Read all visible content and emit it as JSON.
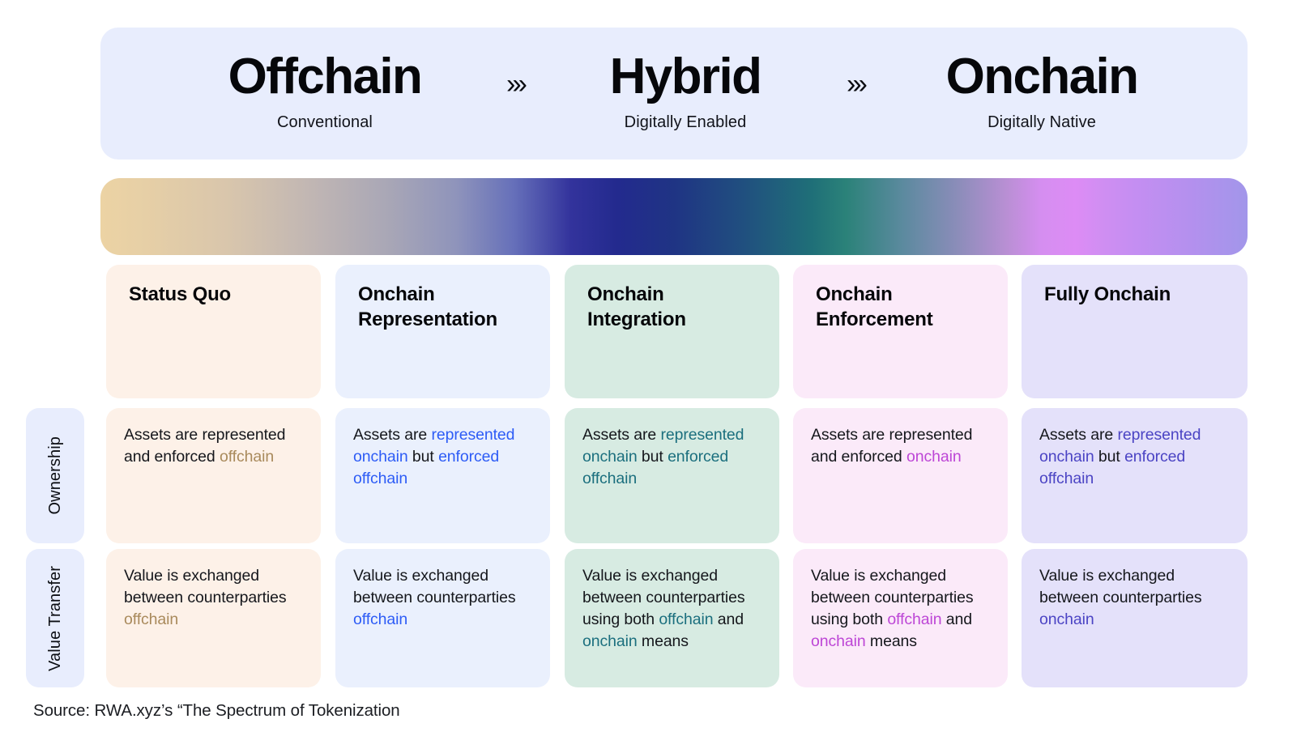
{
  "header": {
    "stages": [
      {
        "title": "Offchain",
        "subtitle": "Conventional"
      },
      {
        "title": "Hybrid",
        "subtitle": "Digitally Enabled"
      },
      {
        "title": "Onchain",
        "subtitle": "Digitally Native"
      }
    ],
    "separator_glyph": "›››",
    "separator_name": "chevron-right-triple-icon",
    "banner_bg": "#e8edfd"
  },
  "spectrum": {
    "name": "gradient-spectrum-bar",
    "stops": [
      "#ecd3a4",
      "#c2b7b3",
      "#8f94bb",
      "#33339c",
      "#1f3484",
      "#1f6f78",
      "#8e8dbb",
      "#dd8cf5",
      "#b490ee",
      "#a296ea"
    ]
  },
  "row_labels": [
    {
      "label": "Ownership"
    },
    {
      "label": "Value Transfer"
    }
  ],
  "columns": [
    {
      "id": "status-quo",
      "title": "Status Quo",
      "header_bg": "#fdf1e8",
      "cell_bg": "#fdf1e8",
      "accent": "#a98a5c",
      "ownership": [
        {
          "t": "Assets are represented and enforced ",
          "hl": false
        },
        {
          "t": "offchain",
          "hl": true
        }
      ],
      "value_transfer": [
        {
          "t": "Value is exchanged between counterparties ",
          "hl": false
        },
        {
          "t": "offchain",
          "hl": true
        }
      ]
    },
    {
      "id": "onchain-representation",
      "title": "Onchain Representation",
      "header_bg": "#eaf0fd",
      "cell_bg": "#eaf0fd",
      "accent": "#2d5cf6",
      "ownership": [
        {
          "t": "Assets are ",
          "hl": false
        },
        {
          "t": "represented onchain",
          "hl": true
        },
        {
          "t": " but ",
          "hl": false
        },
        {
          "t": "enforced offchain",
          "hl": true
        }
      ],
      "value_transfer": [
        {
          "t": "Value is exchanged between counterparties ",
          "hl": false
        },
        {
          "t": "offchain",
          "hl": true
        }
      ]
    },
    {
      "id": "onchain-integration",
      "title": "Onchain Integration",
      "header_bg": "#d7ebe2",
      "cell_bg": "#d7ebe2",
      "accent": "#1b6f7e",
      "ownership": [
        {
          "t": "Assets are ",
          "hl": false
        },
        {
          "t": "represented onchain",
          "hl": true
        },
        {
          "t": " but ",
          "hl": false
        },
        {
          "t": "enforced offchain",
          "hl": true
        }
      ],
      "value_transfer": [
        {
          "t": "Value is exchanged between counterparties using both ",
          "hl": false
        },
        {
          "t": "offchain",
          "hl": true
        },
        {
          "t": " and ",
          "hl": false
        },
        {
          "t": "onchain",
          "hl": true
        },
        {
          "t": " means",
          "hl": false
        }
      ]
    },
    {
      "id": "onchain-enforcement",
      "title": "Onchain Enforcement",
      "header_bg": "#fbeaf9",
      "cell_bg": "#fbeaf9",
      "accent": "#bd46d6",
      "ownership": [
        {
          "t": "Assets are represented and enforced ",
          "hl": false
        },
        {
          "t": "onchain",
          "hl": true
        }
      ],
      "value_transfer": [
        {
          "t": "Value is exchanged between counterparties using both ",
          "hl": false
        },
        {
          "t": "offchain",
          "hl": true
        },
        {
          "t": " and ",
          "hl": false
        },
        {
          "t": "onchain",
          "hl": true
        },
        {
          "t": " means",
          "hl": false
        }
      ]
    },
    {
      "id": "fully-onchain",
      "title": "Fully Onchain",
      "header_bg": "#e4e1fa",
      "cell_bg": "#e4e1fa",
      "accent": "#4b44c4",
      "ownership": [
        {
          "t": "Assets are ",
          "hl": false
        },
        {
          "t": "represented onchain",
          "hl": true
        },
        {
          "t": " but ",
          "hl": false
        },
        {
          "t": "enforced offchain",
          "hl": true
        }
      ],
      "value_transfer": [
        {
          "t": "Value is exchanged between counterparties ",
          "hl": false
        },
        {
          "t": "onchain",
          "hl": true
        }
      ]
    }
  ],
  "footer": {
    "source": "Source: RWA.xyz’s “The Spectrum of Tokenization"
  }
}
